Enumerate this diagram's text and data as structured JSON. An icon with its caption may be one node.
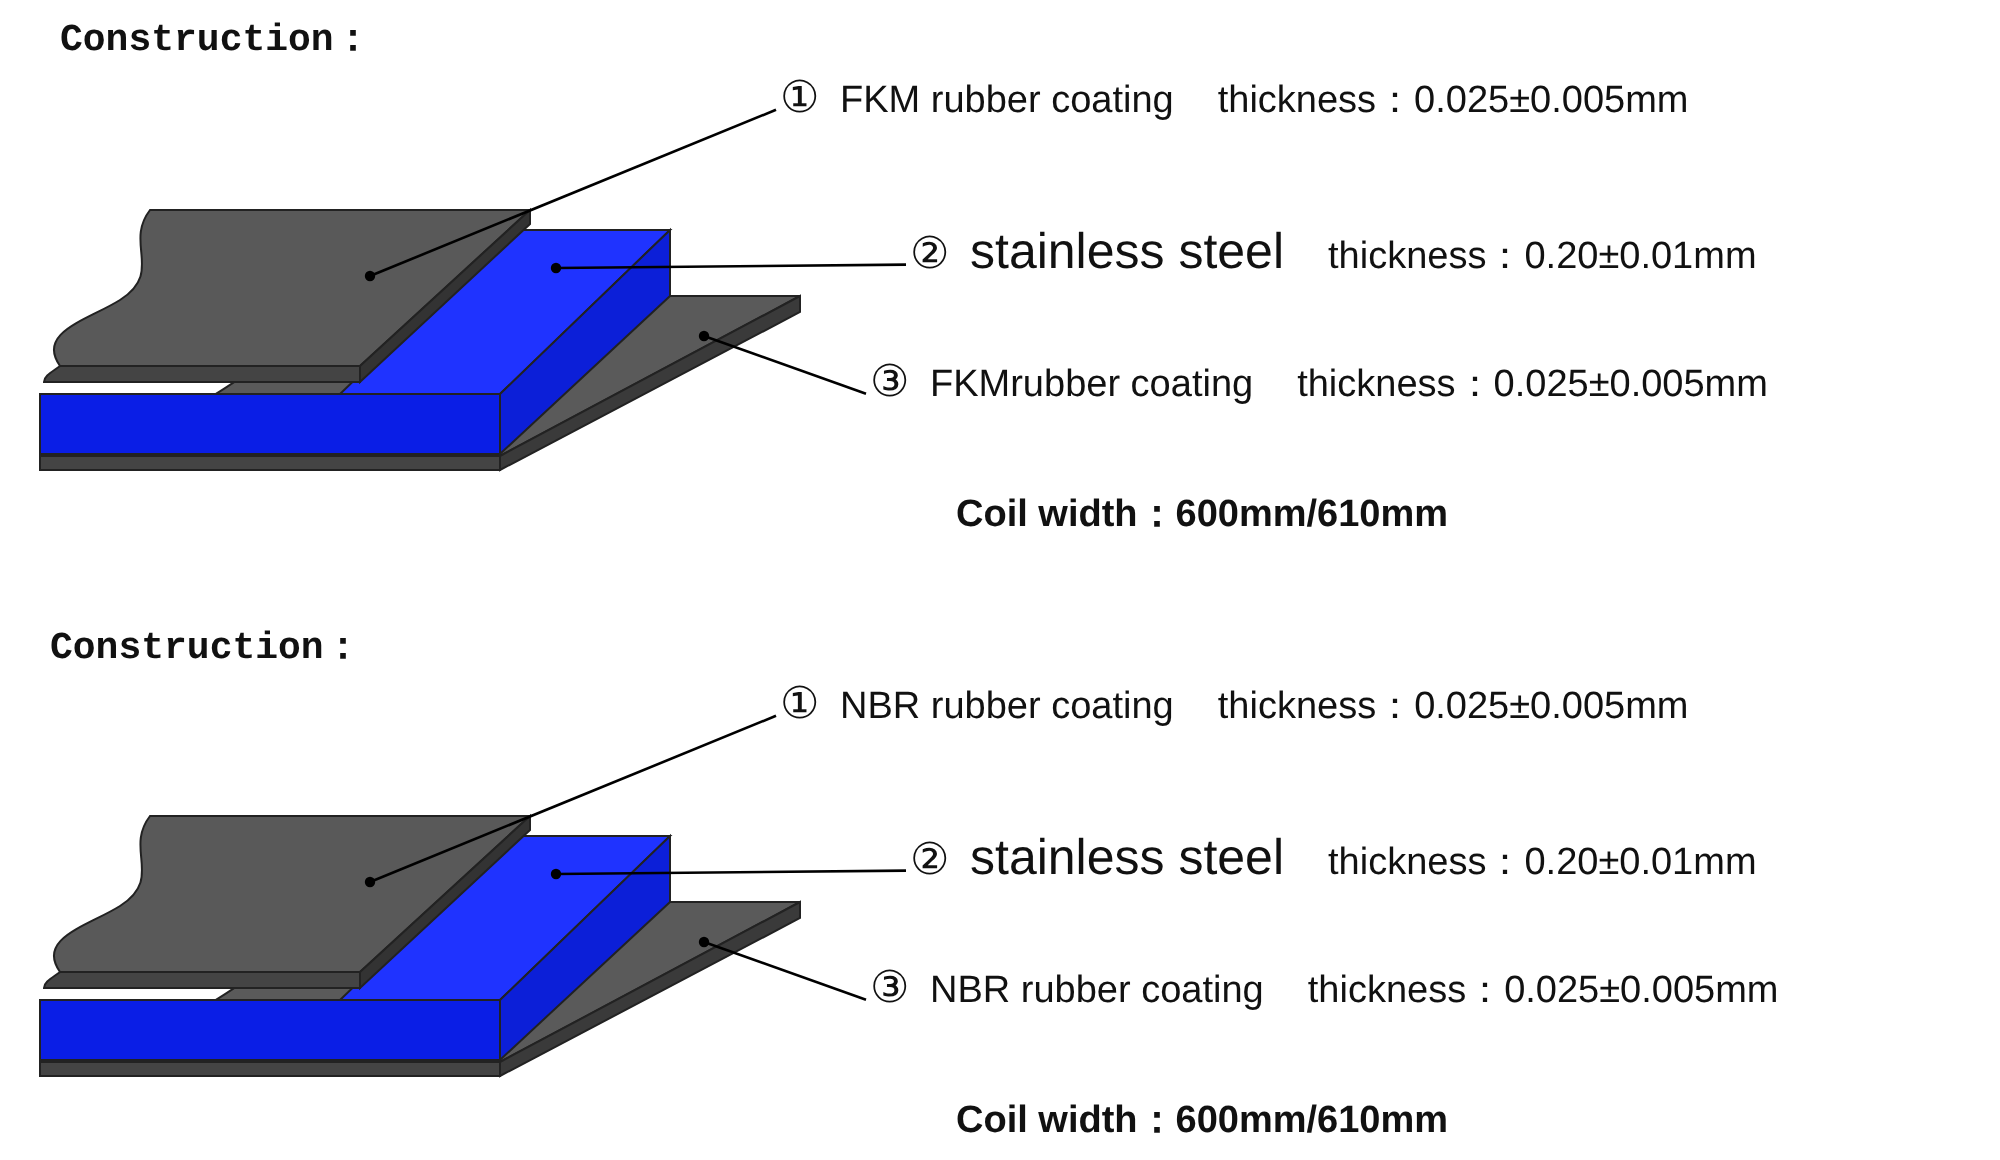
{
  "diagram": {
    "nodes": [
      {
        "text": [
          "①",
          "FKM rubber coating",
          "thickness：0.025±0.005mm"
        ]
      },
      {
        "text": [
          "②",
          "stainless steel",
          "thickness：0.20±0.01mm"
        ]
      },
      {
        "text": [
          "③",
          "FKMrubber coating",
          "thickness：0.025±0.005mm"
        ]
      },
      {
        "text": [],
        "shape": "picture"
      },
      {
        "text": [],
        "shape": "picture"
      },
      {
        "text": [],
        "shape": "picture"
      },
      {
        "text": [
          "①",
          "NBR rubber coating",
          "thickness：0.025±0.005mm"
        ]
      },
      {
        "text": [
          "②",
          "stainless steel",
          "thickness：0.20±0.01mm"
        ]
      },
      {
        "text": [
          "③",
          "NBR rubber coating",
          "thickness：0.025±0.005mm"
        ]
      },
      {
        "text": [],
        "shape": "picture"
      },
      {
        "text": [],
        "shape": "picture"
      },
      {
        "text": [],
        "shape": "picture"
      }
    ],
    "edges": [
      {
        "from": 0,
        "to": 3,
        "arrow": "other"
      },
      {
        "from": 1,
        "to": 4,
        "arrow": "other"
      },
      {
        "from": 2,
        "to": 5,
        "arrow": "other"
      },
      {
        "from": 6,
        "to": 9,
        "arrow": "other"
      },
      {
        "from": 7,
        "to": 10,
        "arrow": "other"
      },
      {
        "from": 8,
        "to": 11,
        "arrow": "other"
      }
    ],
    "labels": [
      "Construction：",
      "Coil width：600mm/610mm",
      "Construction：",
      "Coil width：600mm/610mm"
    ]
  }
}
